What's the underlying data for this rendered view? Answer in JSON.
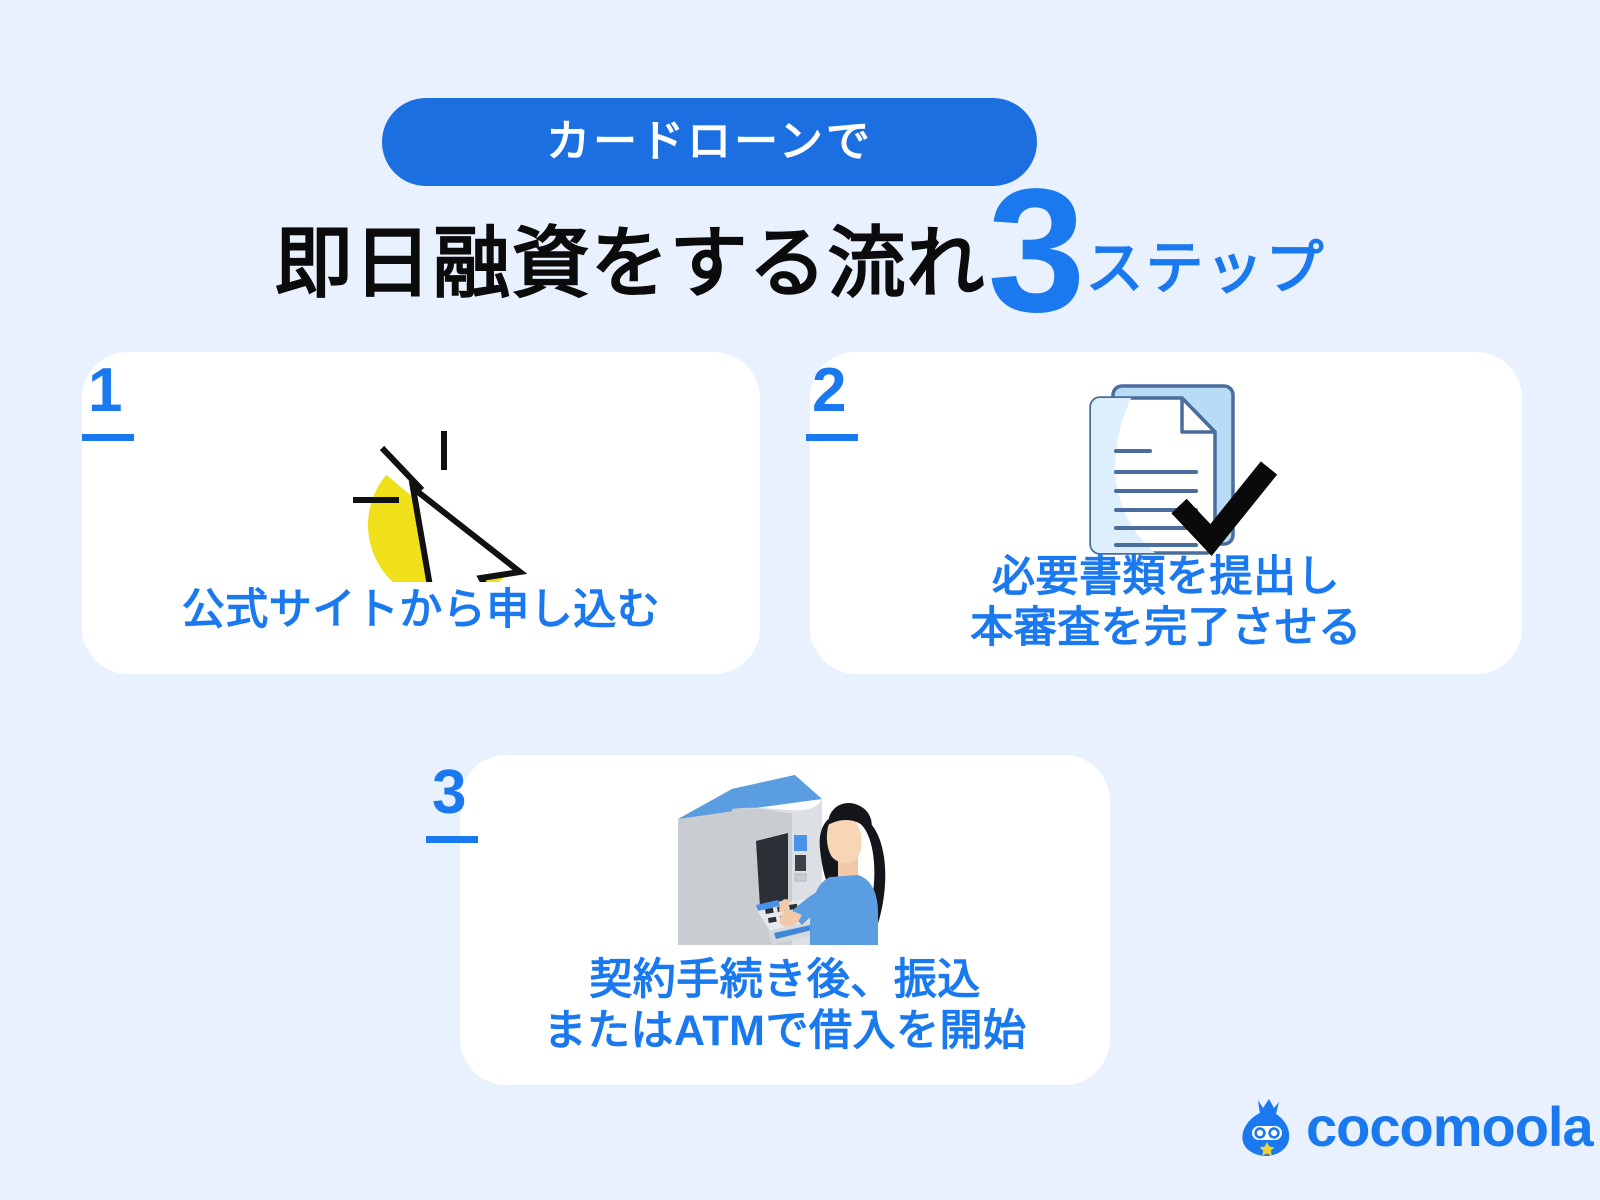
{
  "page": {
    "background_color": "#e8f1fd",
    "accent_blue": "#1b79f0",
    "badge_blue": "#1b6fe0",
    "title_black": "#0b0b0b",
    "card_white": "#ffffff",
    "highlight_yellow": "#f0e01a"
  },
  "header": {
    "badge_label": "カードローンで",
    "title_main": "即日融資をする流れ",
    "title_number": "3",
    "title_suffix": "ステップ"
  },
  "steps": [
    {
      "number": "1",
      "caption_line1": "公式サイトから申し込む",
      "caption_line2": "",
      "icon_name": "cursor-click-icon"
    },
    {
      "number": "2",
      "caption_line1": "必要書類を提出し",
      "caption_line2": "本審査を完了させる",
      "icon_name": "document-check-icon"
    },
    {
      "number": "3",
      "caption_line1": "契約手続き後、振込",
      "caption_line2": "またはATMで借入を開始",
      "icon_name": "atm-person-icon"
    }
  ],
  "brand": {
    "wordmark": "cocomoola",
    "mascot_name": "money-bag-mascot"
  }
}
